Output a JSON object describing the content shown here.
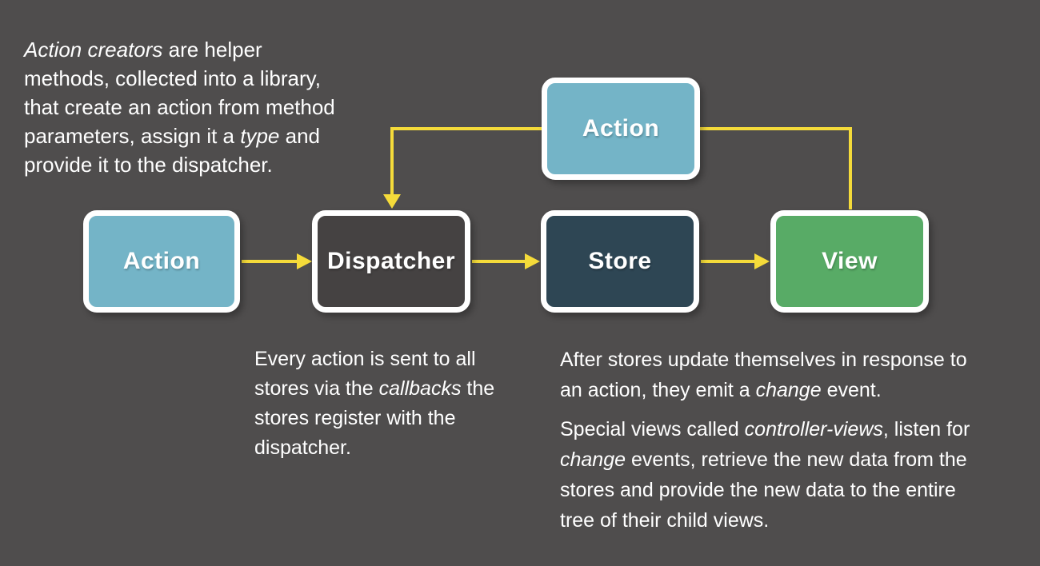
{
  "colors": {
    "bg": "#4f4d4d",
    "action": "#74b4c7",
    "dispatcher": "#454242",
    "store": "#2e4654",
    "view": "#58ab66",
    "arrow": "#f5db3a",
    "text": "#ffffff",
    "node_border": "#ffffff"
  },
  "nodes": {
    "action_top": {
      "label": "Action"
    },
    "action": {
      "label": "Action"
    },
    "dispatcher": {
      "label": "Dispatcher"
    },
    "store": {
      "label": "Store"
    },
    "view": {
      "label": "View"
    }
  },
  "notes": {
    "action_creators": {
      "lines": [
        [
          {
            "t": "Action creators",
            "i": true
          },
          {
            "t": " are helper"
          }
        ],
        [
          {
            "t": "methods, collected into a library,"
          }
        ],
        [
          {
            "t": "that create an action from method"
          }
        ],
        [
          {
            "t": "parameters, assign it a "
          },
          {
            "t": "type",
            "i": true
          },
          {
            "t": " and"
          }
        ],
        [
          {
            "t": "provide it to the dispatcher."
          }
        ]
      ]
    },
    "dispatcher_note": {
      "lines": [
        [
          {
            "t": "Every action is sent to all"
          }
        ],
        [
          {
            "t": "stores via the "
          },
          {
            "t": "callbacks",
            "i": true
          },
          {
            "t": " the"
          }
        ],
        [
          {
            "t": "stores register with the"
          }
        ],
        [
          {
            "t": "dispatcher."
          }
        ]
      ]
    },
    "store_view_note": {
      "paragraphs": [
        {
          "lines": [
            [
              {
                "t": "After stores update themselves in response to"
              }
            ],
            [
              {
                "t": "an action, they emit a "
              },
              {
                "t": "change",
                "i": true
              },
              {
                "t": " event."
              }
            ]
          ]
        },
        {
          "lines": [
            [
              {
                "t": "Special views called "
              },
              {
                "t": "controller-views",
                "i": true
              },
              {
                "t": ", listen for"
              }
            ],
            [
              {
                "t": "change",
                "i": true
              },
              {
                "t": " events, retrieve the new data from the"
              }
            ],
            [
              {
                "t": "stores and provide the new data to the entire"
              }
            ],
            [
              {
                "t": "tree of their child views."
              }
            ]
          ]
        }
      ]
    }
  }
}
